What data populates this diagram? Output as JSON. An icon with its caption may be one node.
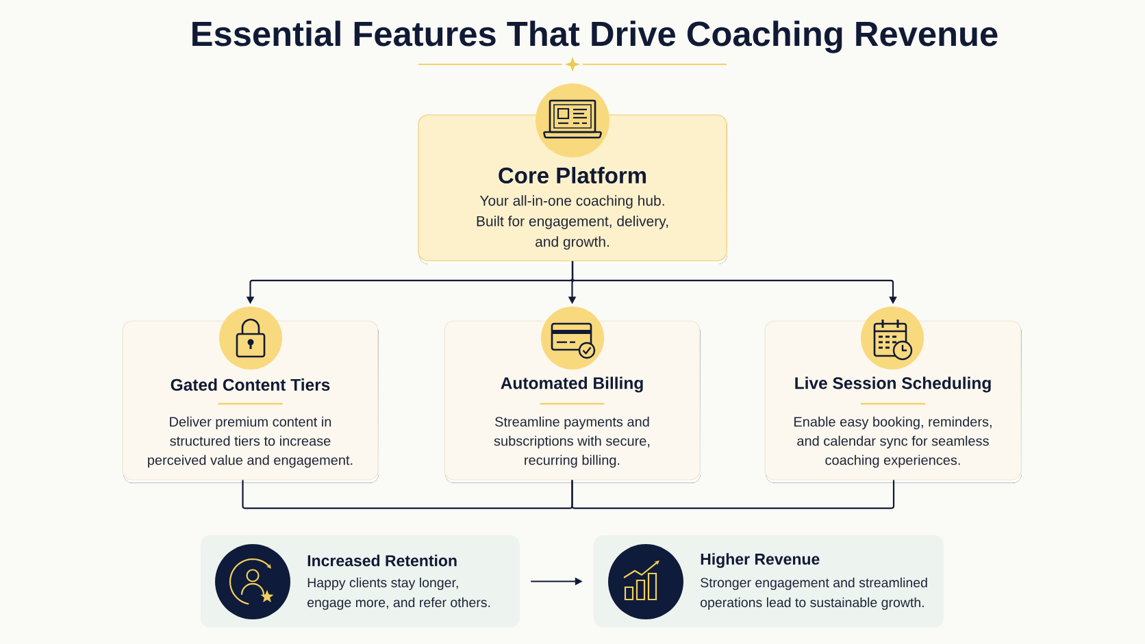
{
  "diagram": {
    "title": "Essential Features That Drive Coaching Revenue",
    "nodes": [
      {
        "text": [
          "Core Platform",
          "Your all-in-one coaching hub. Built for engagement, delivery, and growth."
        ]
      },
      {
        "text": [
          "Gated Content Tiers",
          "Deliver premium content in structured tiers to increase perceived value and engagement."
        ]
      },
      {
        "text": [
          "Automated Billing",
          "Streamline payments and subscriptions with secure, recurring billing."
        ]
      },
      {
        "text": [
          "Live Session Scheduling",
          "Enable easy booking, reminders, and calendar sync for seamless coaching experiences."
        ]
      },
      {
        "text": [
          "Increased Retention",
          "Happy clients stay longer, engage more, and refer others."
        ]
      },
      {
        "text": [
          "Higher Revenue",
          "Stronger engagement and streamlined operations lead to sustainable growth."
        ]
      }
    ],
    "edges": [
      {
        "from": 0,
        "to": 1,
        "arrow": "to"
      },
      {
        "from": 0,
        "to": 2,
        "arrow": "to"
      },
      {
        "from": 0,
        "to": 3,
        "arrow": "to"
      },
      {
        "from": 1,
        "to": 2,
        "arrow": "none"
      },
      {
        "from": 2,
        "to": 3,
        "arrow": "none"
      },
      {
        "from": 4,
        "to": 5,
        "arrow": "to"
      }
    ]
  }
}
